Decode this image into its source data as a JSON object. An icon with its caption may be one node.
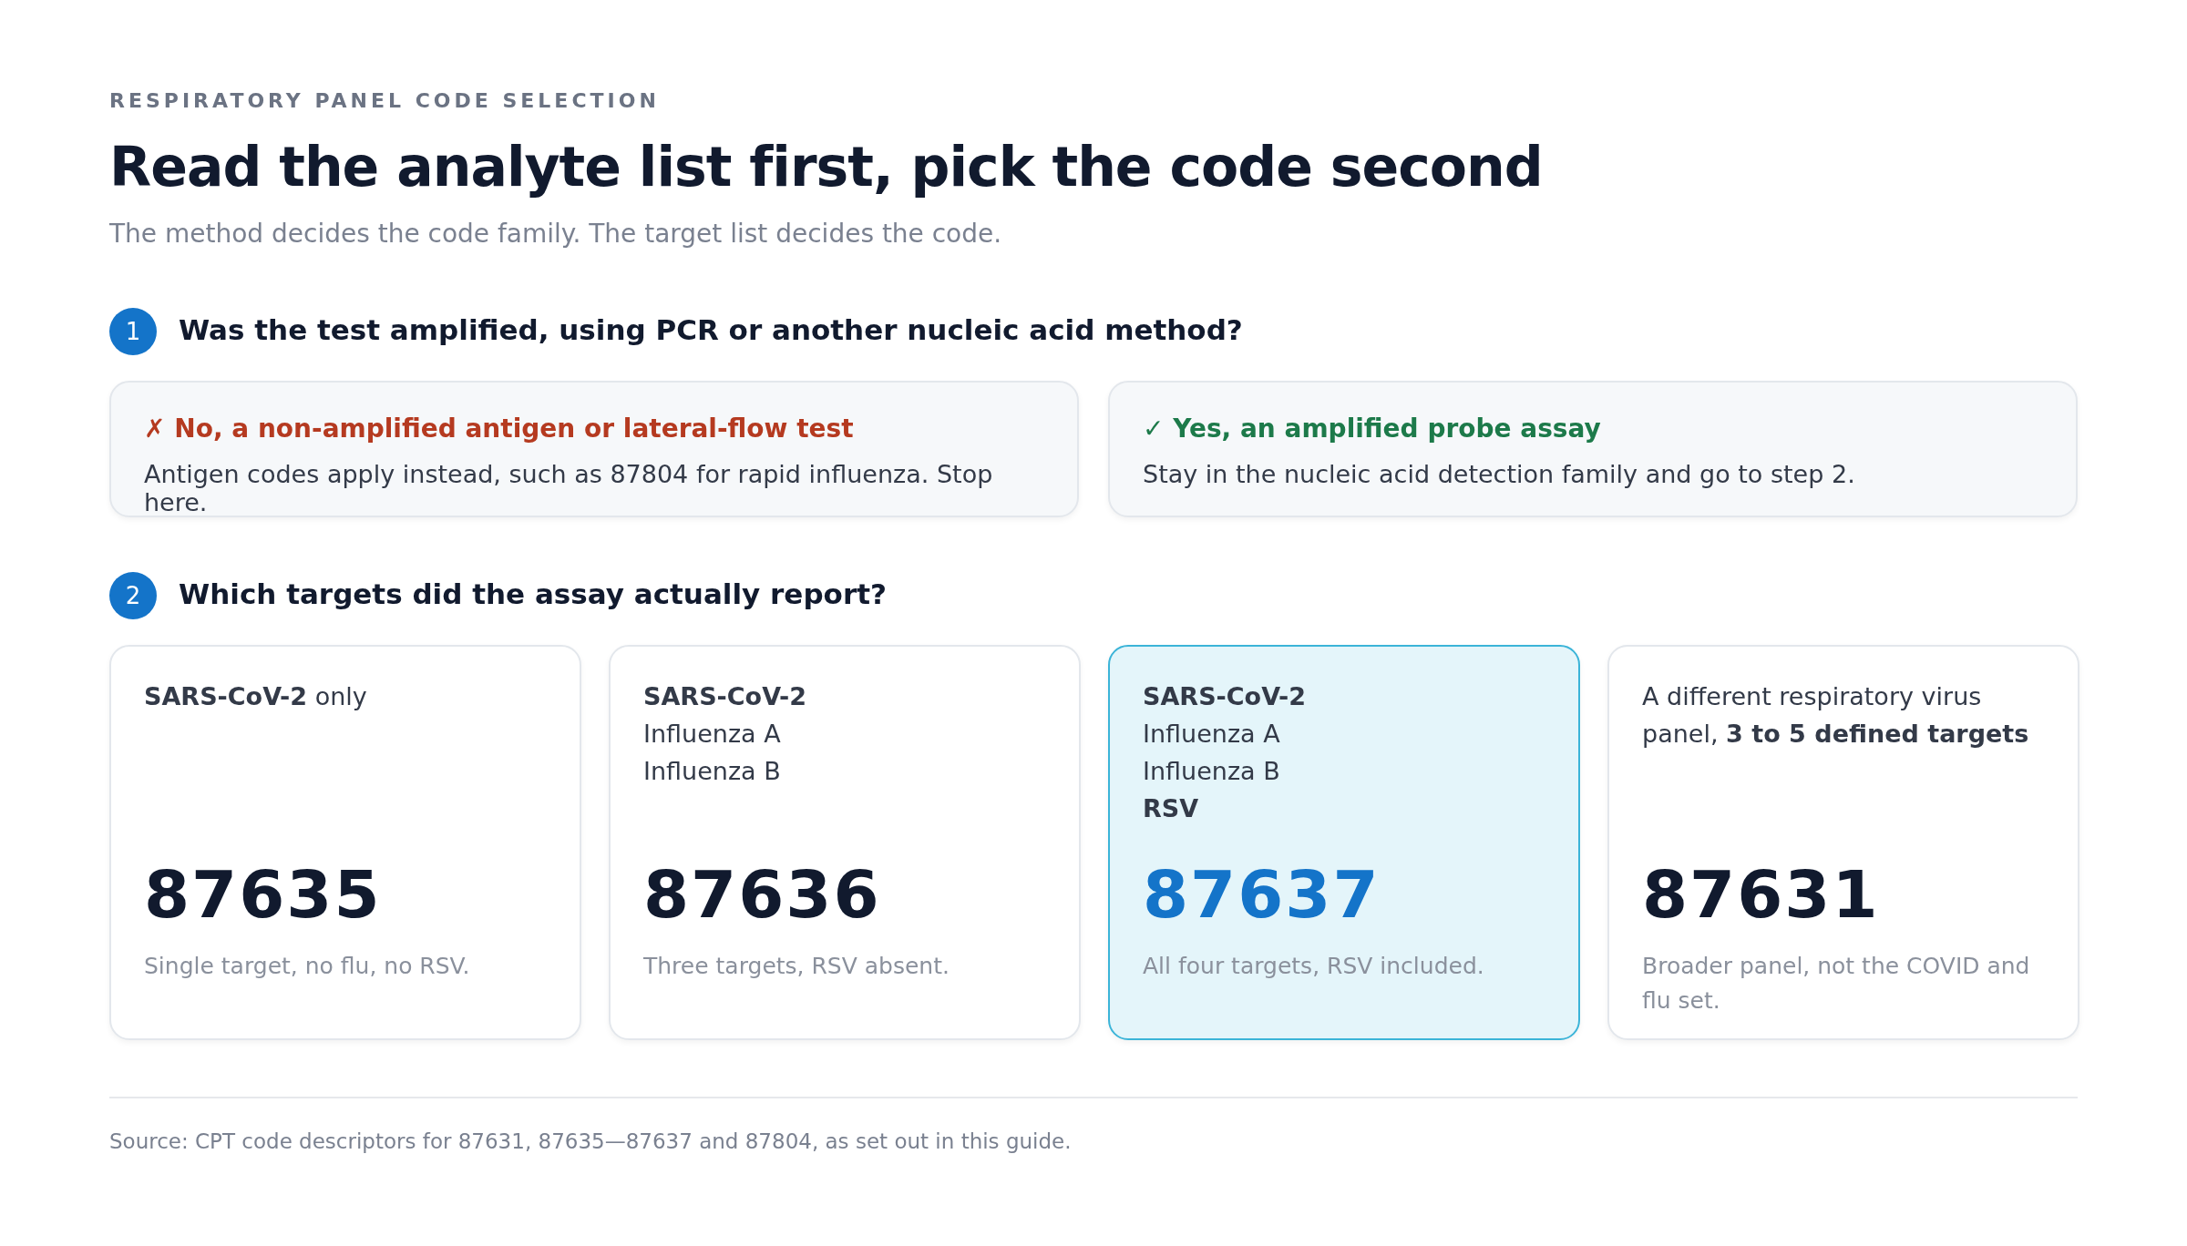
{
  "diagram": {
    "title": "Read the analyte list first, pick the code second",
    "nodes": [
      {
        "text": [
          "1"
        ],
        "beside": [
          "Was the test amplified, using PCR or another nucleic acid method?"
        ]
      },
      {
        "text": [
          "✗ No, a non-amplified antigen or lateral-flow test",
          "Antigen codes apply instead, such as 87804 for rapid influenza. Stop here."
        ]
      },
      {
        "text": [
          "✓ Yes, an amplified probe assay",
          "Stay in the nucleic acid detection family and go to step 2."
        ]
      },
      {
        "text": [
          "2"
        ],
        "beside": [
          "Which targets did the assay actually report?"
        ]
      },
      {
        "text": [
          "**SARS-CoV-2** only",
          "87635",
          "Single target, no flu, no RSV."
        ]
      },
      {
        "text": [
          "**SARS-CoV-2**",
          "Influenza A",
          "Influenza B",
          "87636",
          "Three targets, RSV absent."
        ]
      },
      {
        "text": [
          "**SARS-CoV-2**",
          "Influenza A",
          "Influenza B",
          "**RSV**",
          "87637",
          "All four targets, RSV included."
        ]
      },
      {
        "text": [
          "A different respiratory virus panel, **3 to 5 defined targets**",
          "87631",
          "Broader panel, not the COVID and flu set."
        ]
      }
    ],
    "edges": [],
    "labels": [
      "RESPIRATORY PANEL CODE SELECTION",
      "The method decides the code family. The target list decides the code.",
      "Source: CPT code descriptors for 87631, 87635—87637 and 87804, as set out in this guide."
    ]
  }
}
